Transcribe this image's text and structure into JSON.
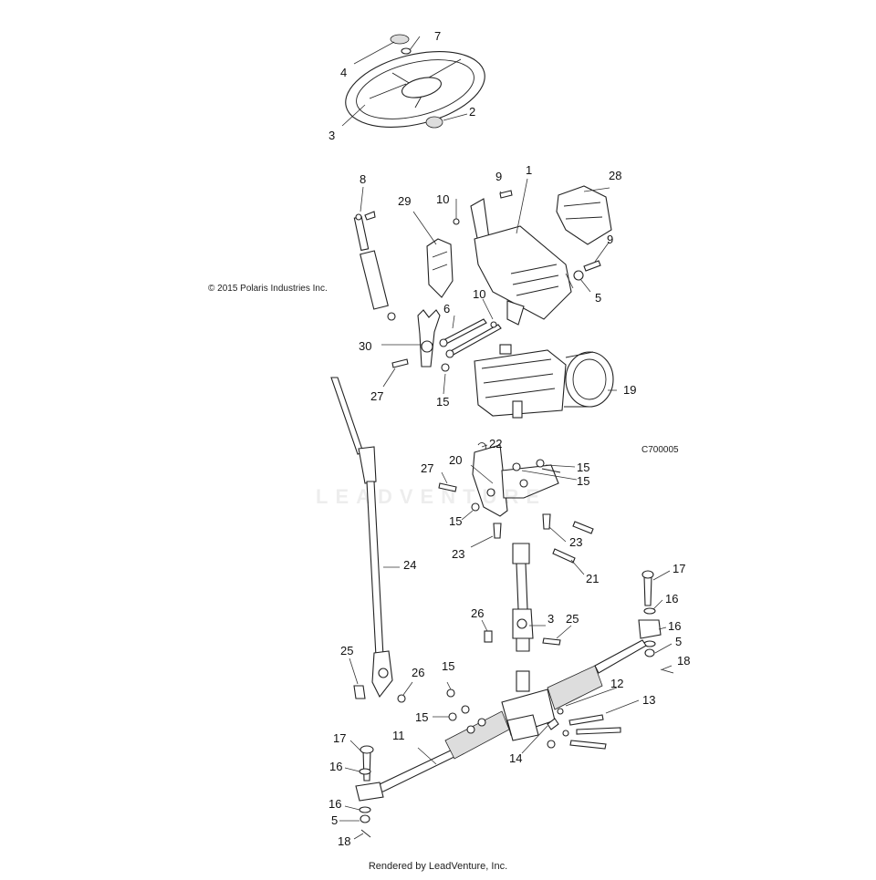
{
  "diagram": {
    "copyright": "© 2015 Polaris Industries Inc.",
    "diagram_code": "C700005",
    "footer": "Rendered by LeadVenture, Inc.",
    "watermark": "LEADVENTURE",
    "callouts": [
      {
        "text": "7"
      },
      {
        "text": "4"
      },
      {
        "text": "2"
      },
      {
        "text": "3"
      },
      {
        "text": "8"
      },
      {
        "text": "9"
      },
      {
        "text": "1"
      },
      {
        "text": "28"
      },
      {
        "text": "10"
      },
      {
        "text": "29"
      },
      {
        "text": "9"
      },
      {
        "text": "5"
      },
      {
        "text": "10"
      },
      {
        "text": "6"
      },
      {
        "text": "30"
      },
      {
        "text": "27"
      },
      {
        "text": "15"
      },
      {
        "text": "19"
      },
      {
        "text": "22"
      },
      {
        "text": "20"
      },
      {
        "text": "15"
      },
      {
        "text": "15"
      },
      {
        "text": "27"
      },
      {
        "text": "15"
      },
      {
        "text": "23"
      },
      {
        "text": "23"
      },
      {
        "text": "21"
      },
      {
        "text": "24"
      },
      {
        "text": "17"
      },
      {
        "text": "16"
      },
      {
        "text": "26"
      },
      {
        "text": "3"
      },
      {
        "text": "25"
      },
      {
        "text": "16"
      },
      {
        "text": "5"
      },
      {
        "text": "18"
      },
      {
        "text": "25"
      },
      {
        "text": "26"
      },
      {
        "text": "15"
      },
      {
        "text": "12"
      },
      {
        "text": "13"
      },
      {
        "text": "15"
      },
      {
        "text": "17"
      },
      {
        "text": "11"
      },
      {
        "text": "14"
      },
      {
        "text": "16"
      },
      {
        "text": "16"
      },
      {
        "text": "5"
      },
      {
        "text": "18"
      }
    ]
  }
}
